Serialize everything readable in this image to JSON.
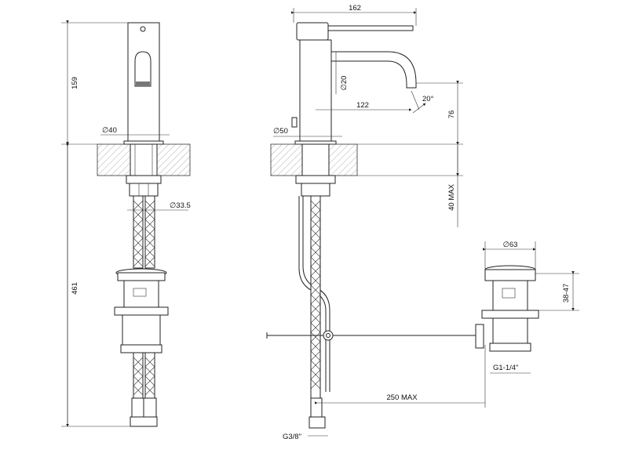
{
  "dimensions": {
    "height_body": "159",
    "diameter_body": "40",
    "diameter_nut": "33.5",
    "height_total": "461",
    "width_total": "162",
    "diameter_spout": "20",
    "spout_reach": "122",
    "angle": "20°",
    "spout_height": "76",
    "diameter_base": "50",
    "thickness_max": "40 MAX",
    "diameter_waste": "63",
    "waste_range": "38-47",
    "thread_waste": "G1-1/4\"",
    "rod_length": "250 MAX",
    "thread_hose": "G3/8\""
  }
}
